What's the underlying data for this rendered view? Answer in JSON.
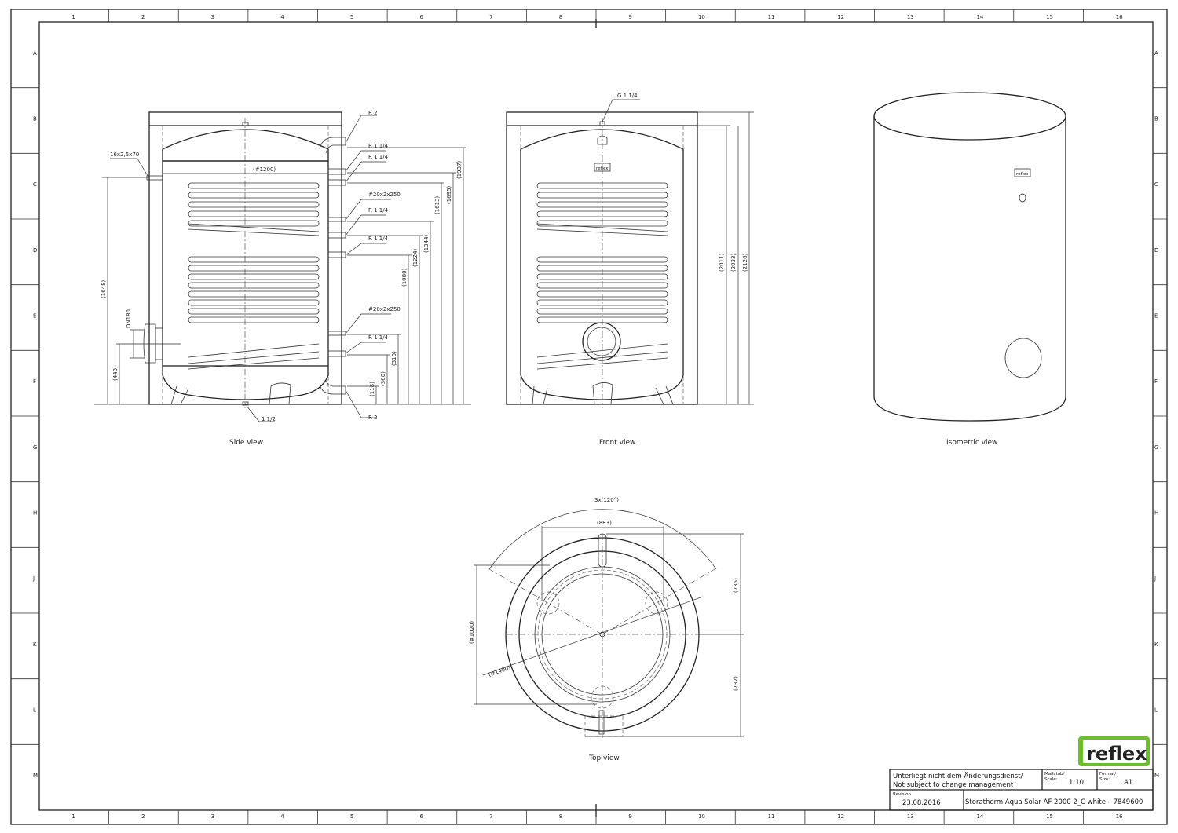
{
  "grid": {
    "columns": [
      "1",
      "2",
      "3",
      "4",
      "5",
      "6",
      "7",
      "8",
      "9",
      "10",
      "11",
      "12",
      "13",
      "14",
      "15",
      "16"
    ],
    "rows": [
      "A",
      "B",
      "C",
      "D",
      "E",
      "F",
      "G",
      "H",
      "J",
      "K",
      "L",
      "M"
    ]
  },
  "side_view": {
    "title": "Side view",
    "connections": [
      "R 2",
      "R 1 1/4",
      "R 1 1/4",
      "#20x2x250",
      "R 1 1/4",
      "R 1 1/4",
      "#20x2x250",
      "R 1 1/4",
      "R 2"
    ],
    "bottom_connection": "1 1/2",
    "sensor": "16x2,5x70",
    "diameter": "(#1200)",
    "flange": "DN180",
    "left_dims": [
      "(1648)",
      "(443)"
    ],
    "right_dims": [
      "(118)",
      "(360)",
      "(510)",
      "(1080)",
      "(1224)",
      "(1344)",
      "(1613)",
      "(1695)",
      "(1937)"
    ]
  },
  "front_view": {
    "title": "Front view",
    "top_connection": "G 1 1/4",
    "dims": [
      "(2011)",
      "(2033)",
      "(2126)"
    ],
    "logo": "reflex"
  },
  "isometric_view": {
    "title": "Isometric view",
    "logo": "reflex"
  },
  "top_view": {
    "title": "Top view",
    "angle": "3x(120°)",
    "width": "(883)",
    "inner_diameter": "(#1020)",
    "outer_diameter": "(#1400)",
    "dim_top": "(735)",
    "dim_bottom": "(732)"
  },
  "logo": {
    "text": "reflex",
    "color": "#6dbe2d"
  },
  "title_block": {
    "note_de": "Unterliegt nicht dem Änderungsdienst/",
    "note_en": "Not subject to change management",
    "scale_label_de": "Maßstab/",
    "scale_label_en": "Scale:",
    "scale": "1:10",
    "format_label_de": "Format/",
    "format_label_en": "Size:",
    "format": "A1",
    "revision_label": "Revision",
    "revision": "23.08.2016",
    "title": "Storatherm Aqua Solar AF 2000 2_C white – 7849600"
  }
}
